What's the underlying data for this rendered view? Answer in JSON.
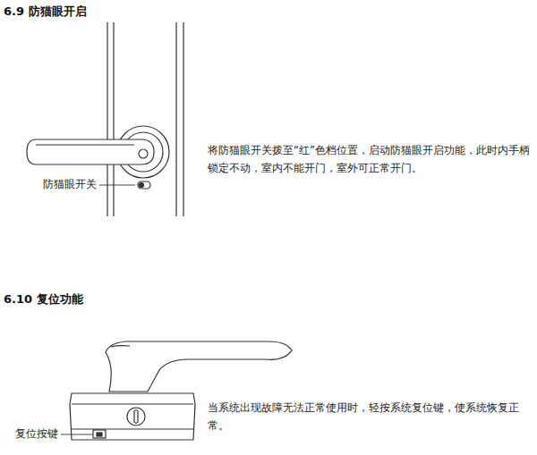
{
  "diagram": {
    "labels": [
      "6.9 防猫眼开启",
      "防猫眼开关",
      "将防猫眼开关拨至“红”色档位置，启动防猫眼开启功能，此时内手柄锁定不动，室内不能开门，室外可正常开门。",
      "6.10 复位功能",
      "复位按键",
      "当系统出现故障无法正常使用时，轻按系统复位键，使系统恢复正常。"
    ]
  }
}
